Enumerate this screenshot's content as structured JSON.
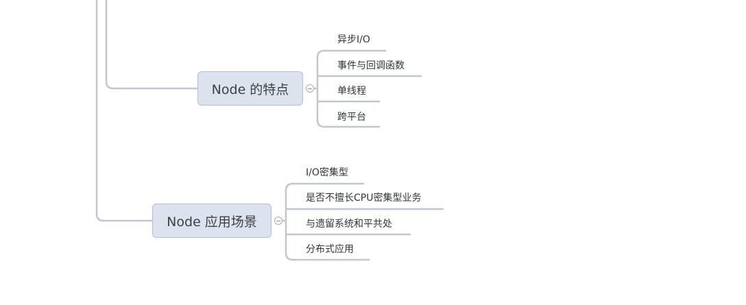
{
  "topics": [
    {
      "label": "Node 的特点",
      "subtopics": [
        "异步I/O",
        "事件与回调函数",
        "单线程",
        "跨平台"
      ]
    },
    {
      "label": "Node 应用场景",
      "subtopics": [
        "I/O密集型",
        "是否不擅长CPU密集型业务",
        "与遗留系统和平共处",
        "分布式应用"
      ]
    }
  ],
  "colors": {
    "connector": "#c2c6cf",
    "topic_fill": "#dce3ef",
    "topic_border": "#b3bdcd"
  }
}
